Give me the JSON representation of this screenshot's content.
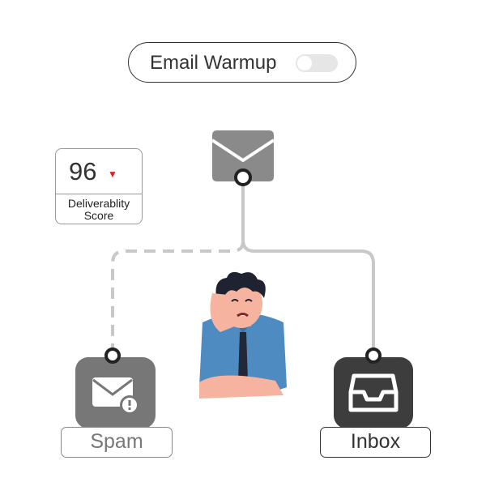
{
  "toggle": {
    "label": "Email Warmup",
    "state": "off"
  },
  "score": {
    "value": "96",
    "trend": "down",
    "label_line1": "Deliverablity",
    "label_line2": "Score"
  },
  "nodes": {
    "source": {
      "icon": "envelope-icon"
    },
    "spam": {
      "label": "Spam",
      "icon": "mail-alert-icon"
    },
    "inbox": {
      "label": "Inbox",
      "icon": "inbox-tray-icon"
    }
  },
  "colors": {
    "spam_gray": "#777777",
    "source_gray": "#8a8a8a",
    "inbox_dark": "#3d3d3d",
    "trend_red": "#e02020",
    "line_gray": "#c8c8c8"
  }
}
